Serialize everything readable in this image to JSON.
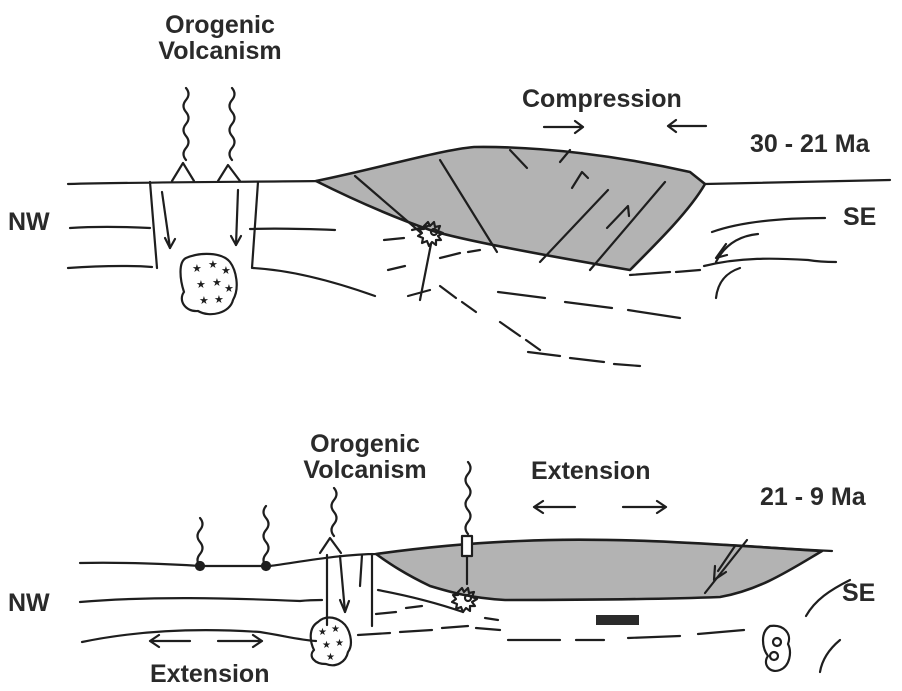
{
  "panels": [
    {
      "age": "30 - 21 Ma",
      "volcanism": [
        "Orogenic",
        "Volcanism"
      ],
      "regime": "Compression",
      "left_side": "NW",
      "right_side": "SE"
    },
    {
      "age": "21 - 9 Ma",
      "volcanism": [
        "Orogenic",
        "Volcanism"
      ],
      "regime": "Extension",
      "regime_bottom": "Extension",
      "left_side": "NW",
      "right_side": "SE"
    }
  ],
  "colors": {
    "ink": "#1e1e1e",
    "basin_fill": "#b3b3b3",
    "bar_fill": "#2b2b2b"
  }
}
